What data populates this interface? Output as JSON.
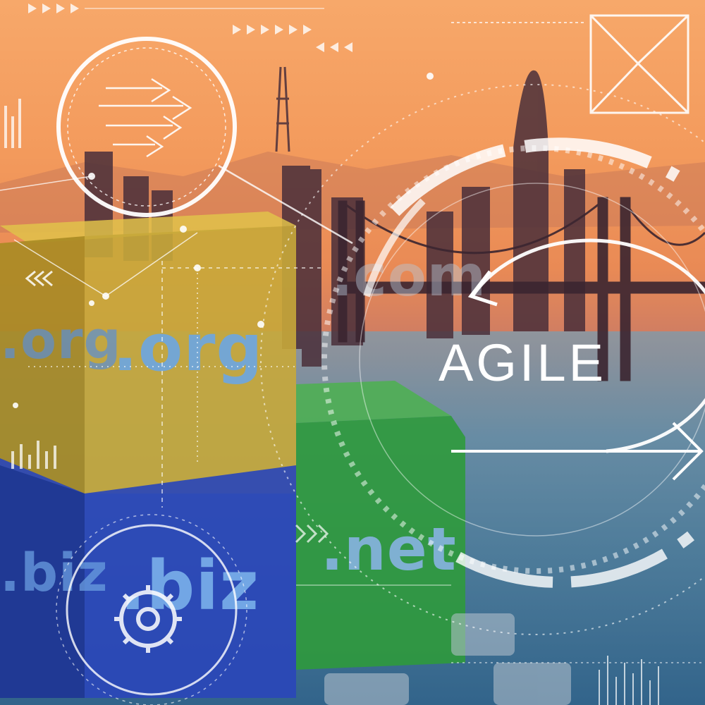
{
  "image": {
    "description_labels": {
      "cube_org_front": ".org",
      "cube_org_side": ".org",
      "cube_biz_front": ".biz",
      "cube_biz_side": ".biz",
      "cube_net_front": ".net",
      "ghost_com": ".com",
      "cycle_label": "AGILE"
    },
    "colors": {
      "sky_orange": "#f39a5c",
      "water_blue": "#3b7398",
      "cube_yellow": "#c8a93a",
      "cube_blue": "#2a46b8",
      "cube_green": "#2f9a3c",
      "overlay_white": "#ffffff"
    }
  }
}
